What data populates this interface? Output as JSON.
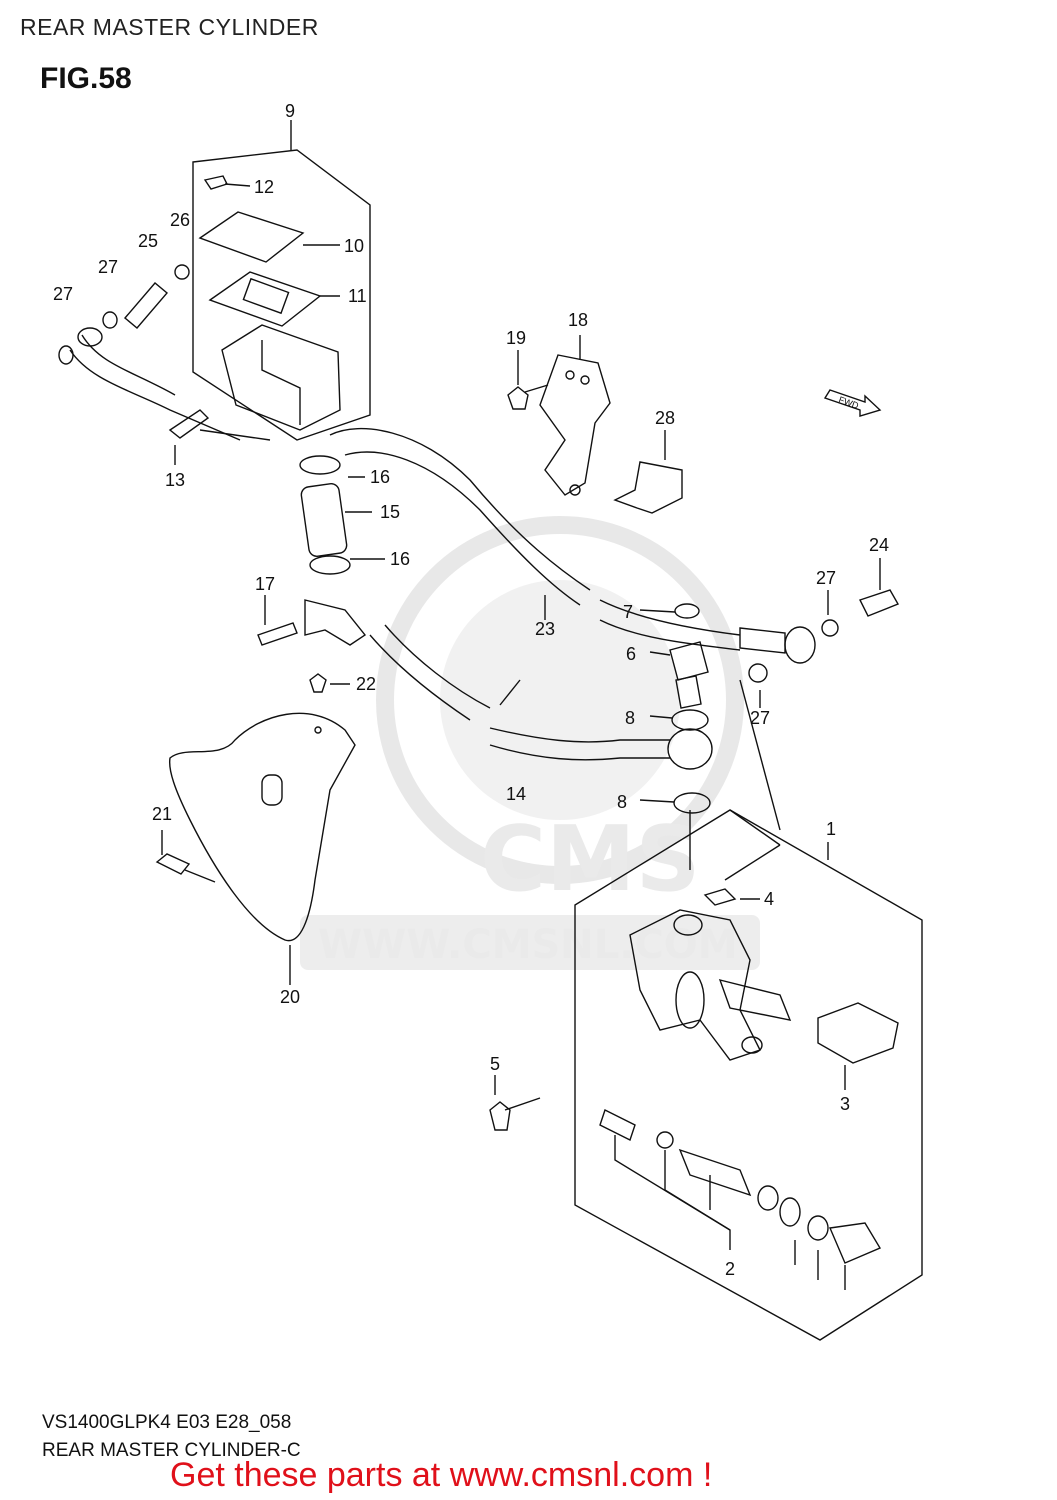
{
  "header_title": "REAR MASTER CYLINDER",
  "figure_label": "FIG.58",
  "footer_model": "VS1400GLPK4 E03 E28_058",
  "footer_subtitle": "REAR MASTER CYLINDER-C",
  "cta_text": "Get these parts at www.cmsnl.com !",
  "watermark": {
    "logo_text": "CMS",
    "url_text": "WWW.CMSNL.COM"
  },
  "fwd_label": "FWD",
  "callouts": [
    "1",
    "2",
    "3",
    "4",
    "5",
    "6",
    "7",
    "8",
    "8",
    "9",
    "10",
    "11",
    "12",
    "13",
    "14",
    "15",
    "16",
    "16",
    "17",
    "18",
    "19",
    "20",
    "21",
    "22",
    "23",
    "24",
    "25",
    "26",
    "27",
    "27",
    "27",
    "27",
    "28"
  ],
  "colors": {
    "line": "#111111",
    "watermark": "#e6e6e6",
    "cta": "#e0101a"
  }
}
